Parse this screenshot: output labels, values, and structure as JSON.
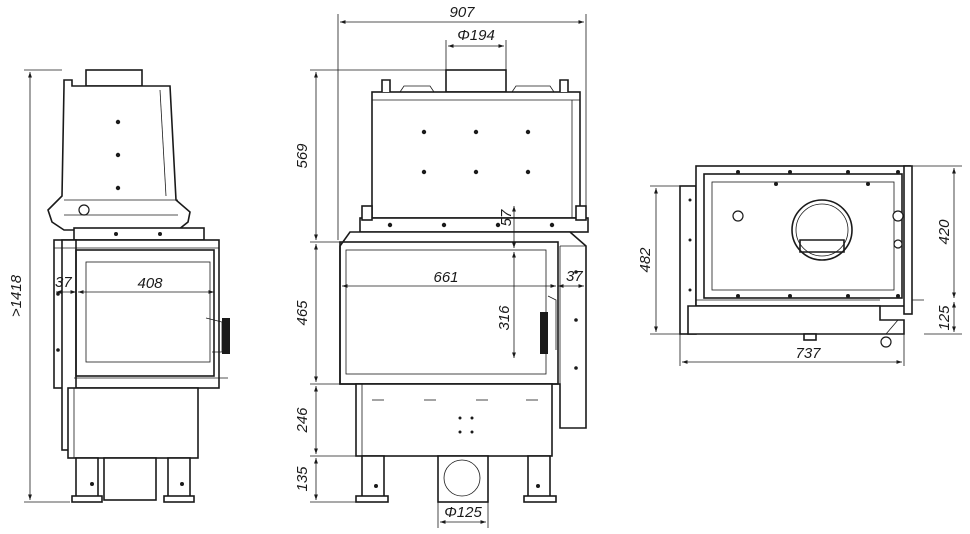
{
  "dimensions": {
    "overall_height": ">1418",
    "side_frame": "37",
    "side_glass_width": "408",
    "overall_width": "907",
    "flue_top": "Φ194",
    "top_section": "569",
    "front_glass_offset": "57",
    "front_glass_width": "661",
    "front_frame": "37",
    "front_section": "465",
    "front_glass_height": "316",
    "base_section": "246",
    "legs": "135",
    "air_inlet": "Φ125",
    "plan_depth": "482",
    "plan_depth_inner": "420",
    "plan_offset": "125",
    "plan_width": "737"
  }
}
